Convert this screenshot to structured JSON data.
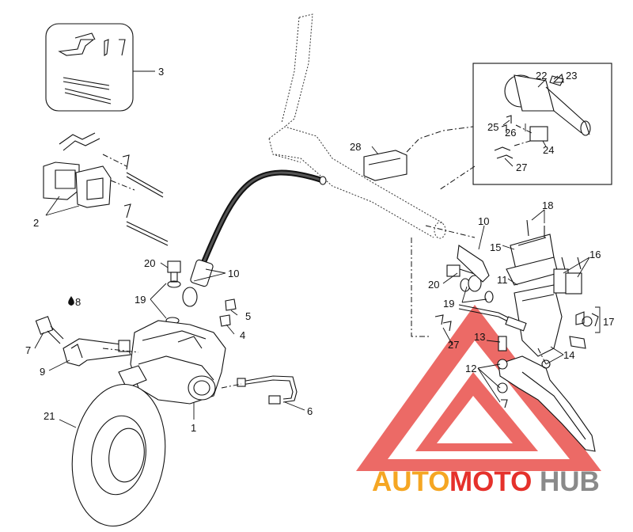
{
  "callouts": {
    "c1": "1",
    "c2": "2",
    "c3": "3",
    "c4": "4",
    "c5": "5",
    "c6": "6",
    "c7": "7",
    "c8": "8",
    "c9": "9",
    "c10a": "10",
    "c10b": "10",
    "c11": "11",
    "c12": "12",
    "c13": "13",
    "c14": "14",
    "c15": "15",
    "c16": "16",
    "c17": "17",
    "c18": "18",
    "c19a": "19",
    "c19b": "19",
    "c20a": "20",
    "c20b": "20",
    "c21": "21",
    "c22": "22",
    "c23": "23",
    "c24": "24",
    "c25": "25",
    "c26": "26",
    "c27a": "27",
    "c27b": "27",
    "c28": "28"
  },
  "watermark": {
    "part1": "AUTO",
    "part2": "MOTO",
    "part3": "HUB",
    "color_orange": "#f5a623",
    "color_red": "#e5312b",
    "color_gray": "#8a8a8a"
  }
}
